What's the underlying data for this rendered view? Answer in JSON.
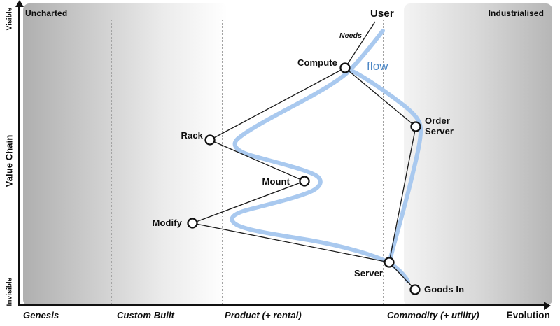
{
  "corners": {
    "top_left": "Uncharted",
    "top_right": "Industrialised"
  },
  "y_axis": {
    "title": "Value Chain",
    "top_label": "Visible",
    "bottom_label": "Invisible"
  },
  "x_axis": {
    "title": "Evolution",
    "stages": [
      "Genesis",
      "Custom Built",
      "Product (+ rental)",
      "Commodity (+ utility)"
    ]
  },
  "nodes": {
    "user": "User",
    "compute": "Compute",
    "order_server": "Order Server",
    "rack": "Rack",
    "mount": "Mount",
    "modify": "Modify",
    "server": "Server",
    "goods_in": "Goods In"
  },
  "annotations": {
    "needs": "Needs",
    "flow": "flow"
  },
  "edges": [
    [
      "User",
      "Compute"
    ],
    [
      "Compute",
      "Rack"
    ],
    [
      "Compute",
      "Order Server"
    ],
    [
      "Rack",
      "Mount"
    ],
    [
      "Mount",
      "Modify"
    ],
    [
      "Modify",
      "Server"
    ],
    [
      "Order Server",
      "Server"
    ],
    [
      "Server",
      "Goods In"
    ]
  ],
  "colors": {
    "flow_line": "#a9c9ef",
    "flow_label": "#4c87c6",
    "shade_left": "#afafaf",
    "shade_right": "#b6b6b6",
    "ink": "#111111"
  }
}
